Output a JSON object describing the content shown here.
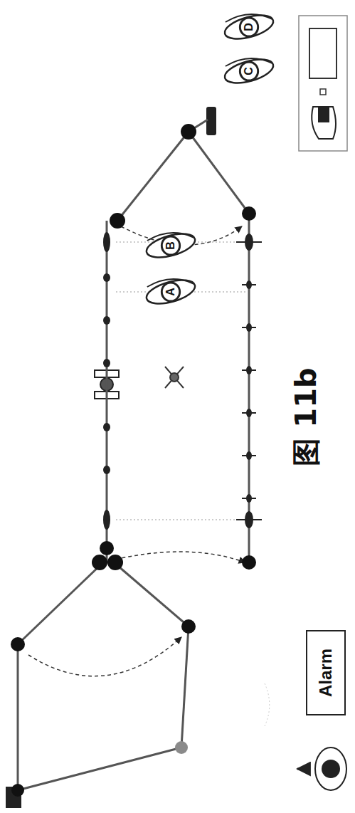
{
  "diagram": {
    "nodes": [
      {
        "text": [
          "D"
        ]
      },
      {
        "text": [
          "C"
        ]
      },
      {
        "text": [
          "B"
        ]
      },
      {
        "text": [
          "A"
        ]
      },
      {
        "text": [
          "Alarm"
        ]
      }
    ],
    "labels": [
      "图 11b"
    ]
  }
}
